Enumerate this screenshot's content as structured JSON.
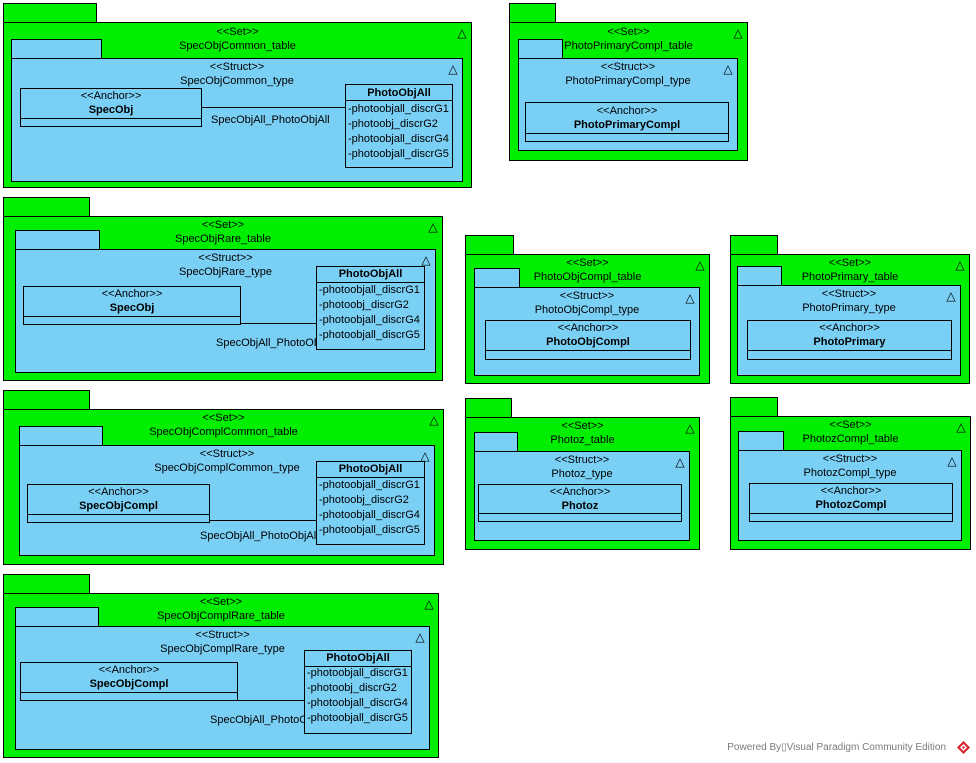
{
  "packages": {
    "specobj_common": {
      "set_stereo": "<<Set>>",
      "set_name": "SpecObjCommon_table",
      "struct_stereo": "<<Struct>>",
      "struct_name": "SpecObjCommon_type",
      "anchor_stereo": "<<Anchor>>",
      "anchor_name": "SpecObj",
      "class_name": "PhotoObjAll",
      "attrs": [
        "-photoobjall_discrG1",
        "-photoobj_discrG2",
        "-photoobjall_discrG4",
        "-photoobjall_discrG5"
      ],
      "assoc_label": "SpecObjAll_PhotoObjAll"
    },
    "photo_primary_compl": {
      "set_stereo": "<<Set>>",
      "set_name": "PhotoPrimaryCompl_table",
      "struct_stereo": "<<Struct>>",
      "struct_name": "PhotoPrimaryCompl_type",
      "anchor_stereo": "<<Anchor>>",
      "anchor_name": "PhotoPrimaryCompl"
    },
    "specobj_rare": {
      "set_stereo": "<<Set>>",
      "set_name": "SpecObjRare_table",
      "struct_stereo": "<<Struct>>",
      "struct_name": "SpecObjRare_type",
      "anchor_stereo": "<<Anchor>>",
      "anchor_name": "SpecObj",
      "class_name": "PhotoObjAll",
      "attrs": [
        "-photoobjall_discrG1",
        "-photoobj_discrG2",
        "-photoobjall_discrG4",
        "-photoobjall_discrG5"
      ],
      "assoc_label": "SpecObjAll_PhotoObjAll"
    },
    "photoobj_compl": {
      "set_stereo": "<<Set>>",
      "set_name": "PhotoObjCompl_table",
      "struct_stereo": "<<Struct>>",
      "struct_name": "PhotoObjCompl_type",
      "anchor_stereo": "<<Anchor>>",
      "anchor_name": "PhotoObjCompl"
    },
    "photo_primary": {
      "set_stereo": "<<Set>>",
      "set_name": "PhotoPrimary_table",
      "struct_stereo": "<<Struct>>",
      "struct_name": "PhotoPrimary_type",
      "anchor_stereo": "<<Anchor>>",
      "anchor_name": "PhotoPrimary"
    },
    "specobj_compl_common": {
      "set_stereo": "<<Set>>",
      "set_name": "SpecObjComplCommon_table",
      "struct_stereo": "<<Struct>>",
      "struct_name": "SpecObjComplCommon_type",
      "anchor_stereo": "<<Anchor>>",
      "anchor_name": "SpecObjCompl",
      "class_name": "PhotoObjAll",
      "attrs": [
        "-photoobjall_discrG1",
        "-photoobj_discrG2",
        "-photoobjall_discrG4",
        "-photoobjall_discrG5"
      ],
      "assoc_label": "SpecObjAll_PhotoObjAll"
    },
    "photoz": {
      "set_stereo": "<<Set>>",
      "set_name": "Photoz_table",
      "struct_stereo": "<<Struct>>",
      "struct_name": "Photoz_type",
      "anchor_stereo": "<<Anchor>>",
      "anchor_name": "Photoz"
    },
    "photoz_compl": {
      "set_stereo": "<<Set>>",
      "set_name": "PhotozCompl_table",
      "struct_stereo": "<<Struct>>",
      "struct_name": "PhotozCompl_type",
      "anchor_stereo": "<<Anchor>>",
      "anchor_name": "PhotozCompl"
    },
    "specobj_compl_rare": {
      "set_stereo": "<<Set>>",
      "set_name": "SpecObjComplRare_table",
      "struct_stereo": "<<Struct>>",
      "struct_name": "SpecObjComplRare_type",
      "anchor_stereo": "<<Anchor>>",
      "anchor_name": "SpecObjCompl",
      "class_name": "PhotoObjAll",
      "attrs": [
        "-photoobjall_discrG1",
        "-photoobj_discrG2",
        "-photoobjall_discrG4",
        "-photoobjall_discrG5"
      ],
      "assoc_label": "SpecObjAll_PhotoObjAll"
    }
  },
  "footer": {
    "text": "Powered By▯Visual Paradigm Community Edition",
    "logo_icon": "visual-paradigm-logo-icon"
  },
  "colors": {
    "set_fill": "#00ee00",
    "struct_fill": "#7acff5"
  },
  "icons": {
    "collapse": "triangle-icon",
    "collapse_glyph": "△"
  }
}
